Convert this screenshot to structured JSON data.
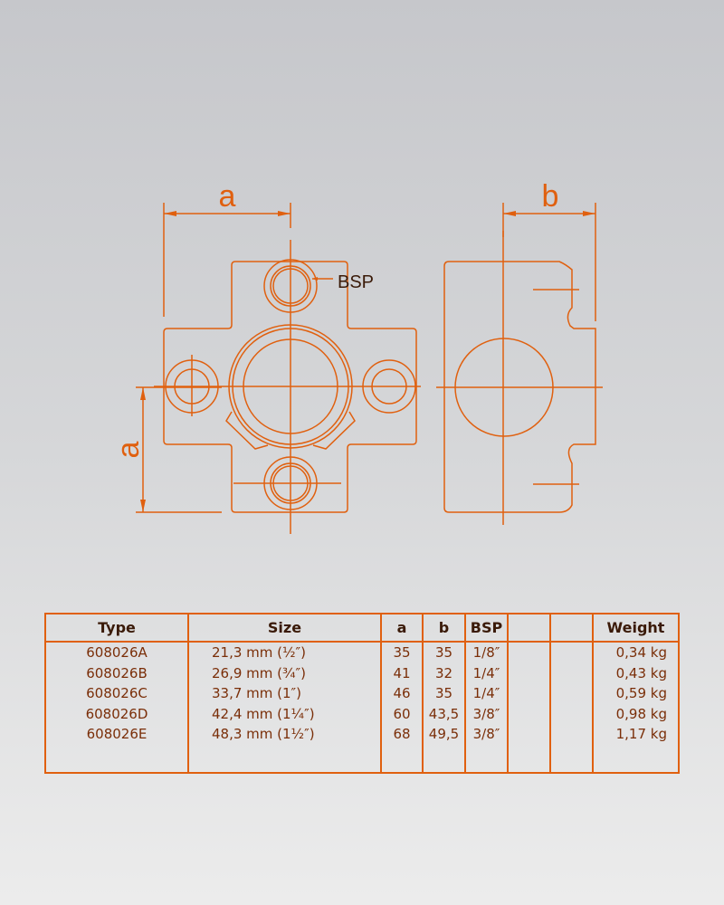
{
  "drawing": {
    "dim_a": "a",
    "dim_b": "b",
    "dim_a_vertical": "a",
    "bsp_label": "BSP",
    "color": "#e0600f"
  },
  "table": {
    "headers": [
      "Type",
      "Size",
      "a",
      "b",
      "BSP",
      "",
      "",
      "Weight"
    ],
    "rows": [
      {
        "type": "608026A",
        "size": "21,3 mm (½″)",
        "a": "35",
        "b": "35",
        "bsp": "1/8″",
        "weight": "0,34 kg"
      },
      {
        "type": "608026B",
        "size": "26,9 mm (¾″)",
        "a": "41",
        "b": "32",
        "bsp": "1/4″",
        "weight": "0,43 kg"
      },
      {
        "type": "608026C",
        "size": "33,7 mm (1″)",
        "a": "46",
        "b": "35",
        "bsp": "1/4″",
        "weight": "0,59 kg"
      },
      {
        "type": "608026D",
        "size": "42,4 mm (1¼″)",
        "a": "60",
        "b": "43,5",
        "bsp": "3/8″",
        "weight": "0,98 kg"
      },
      {
        "type": "608026E",
        "size": "48,3 mm (1½″)",
        "a": "68",
        "b": "49,5",
        "bsp": "3/8″",
        "weight": "1,17 kg"
      }
    ]
  }
}
